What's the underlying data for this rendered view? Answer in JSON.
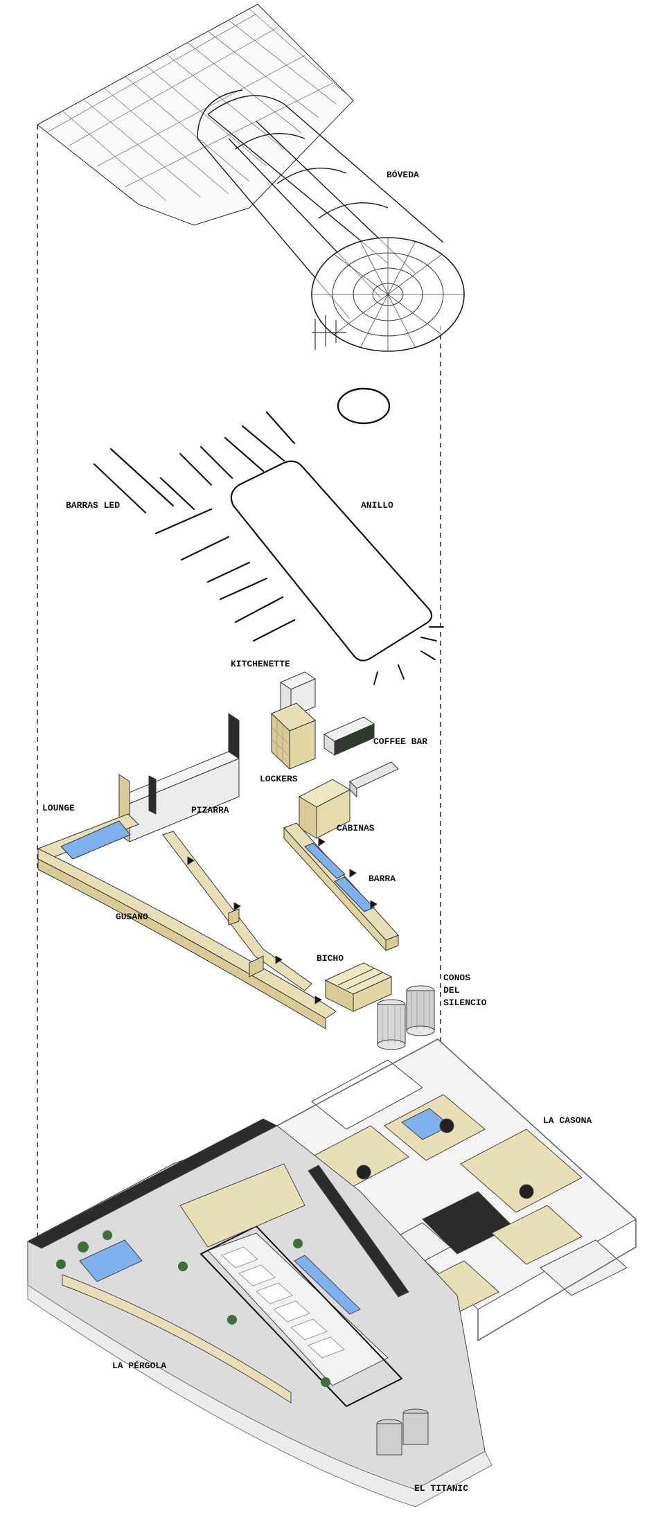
{
  "labels": {
    "boveda": "BÓVEDA",
    "barras_led": "BARRAS LED",
    "anillo": "ANILLO",
    "kitchenette": "KITCHENETTE",
    "coffee_bar": "COFFEE BAR",
    "lockers": "LOCKERS",
    "lounge": "LOUNGE",
    "pizarra": "PIZARRA",
    "cabinas": "CABINAS",
    "barra": "BARRA",
    "gusano": "GUSANO",
    "bicho": "BICHO",
    "conos_line1": "CONOS",
    "conos_line2": "DEL",
    "conos_line3": "SILENCIO",
    "la_casona": "LA CASONA",
    "la_pergola": "LA PÉRGOLA",
    "el_titanic": "EL TITANIC"
  },
  "colors": {
    "wood": "#e9dfb6",
    "wood_dark": "#d8cb96",
    "water_blue": "#7fb0ef",
    "line": "#1a1a1a",
    "floor_grey": "#dcdcdc",
    "wall_white": "#f4f4f4",
    "dark_wall": "#2b2b2b"
  }
}
